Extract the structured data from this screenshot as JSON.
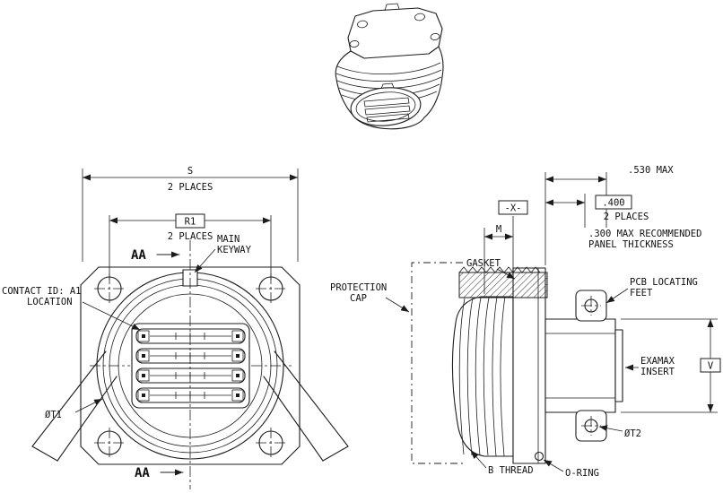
{
  "colors": {
    "background": "#ffffff",
    "ink": "#1c1c1c"
  },
  "front_view": {
    "dim_s": {
      "label": "S",
      "places": "2 PLACES"
    },
    "dim_r1": {
      "label": "R1",
      "places": "2 PLACES"
    },
    "section_aa": {
      "top": "AA",
      "bottom": "AA"
    },
    "main_keyway": {
      "line1": "MAIN",
      "line2": "KEYWAY"
    },
    "contact_id": {
      "line1": "CONTACT ID: A1",
      "line2": "LOCATION"
    },
    "dia_t1": "ØT1"
  },
  "side_view": {
    "protection_cap": {
      "line1": "PROTECTION",
      "line2": "CAP"
    },
    "gasket": "GASKET",
    "datum_x": "-X-",
    "dim_m": "M",
    "dim_530": ".530 MAX",
    "dim_400": {
      "label": ".400",
      "places": "2 PLACES"
    },
    "panel_note": {
      "line1": ".300 MAX RECOMMENDED",
      "line2": "PANEL THICKNESS"
    },
    "pcb_feet": {
      "line1": "PCB LOCATING",
      "line2": "FEET"
    },
    "examax_insert": {
      "line1": "EXAMAX",
      "line2": "INSERT"
    },
    "dim_v": "V",
    "dia_t2": "ØT2",
    "b_thread": "B THREAD",
    "o_ring": "O-RING"
  }
}
